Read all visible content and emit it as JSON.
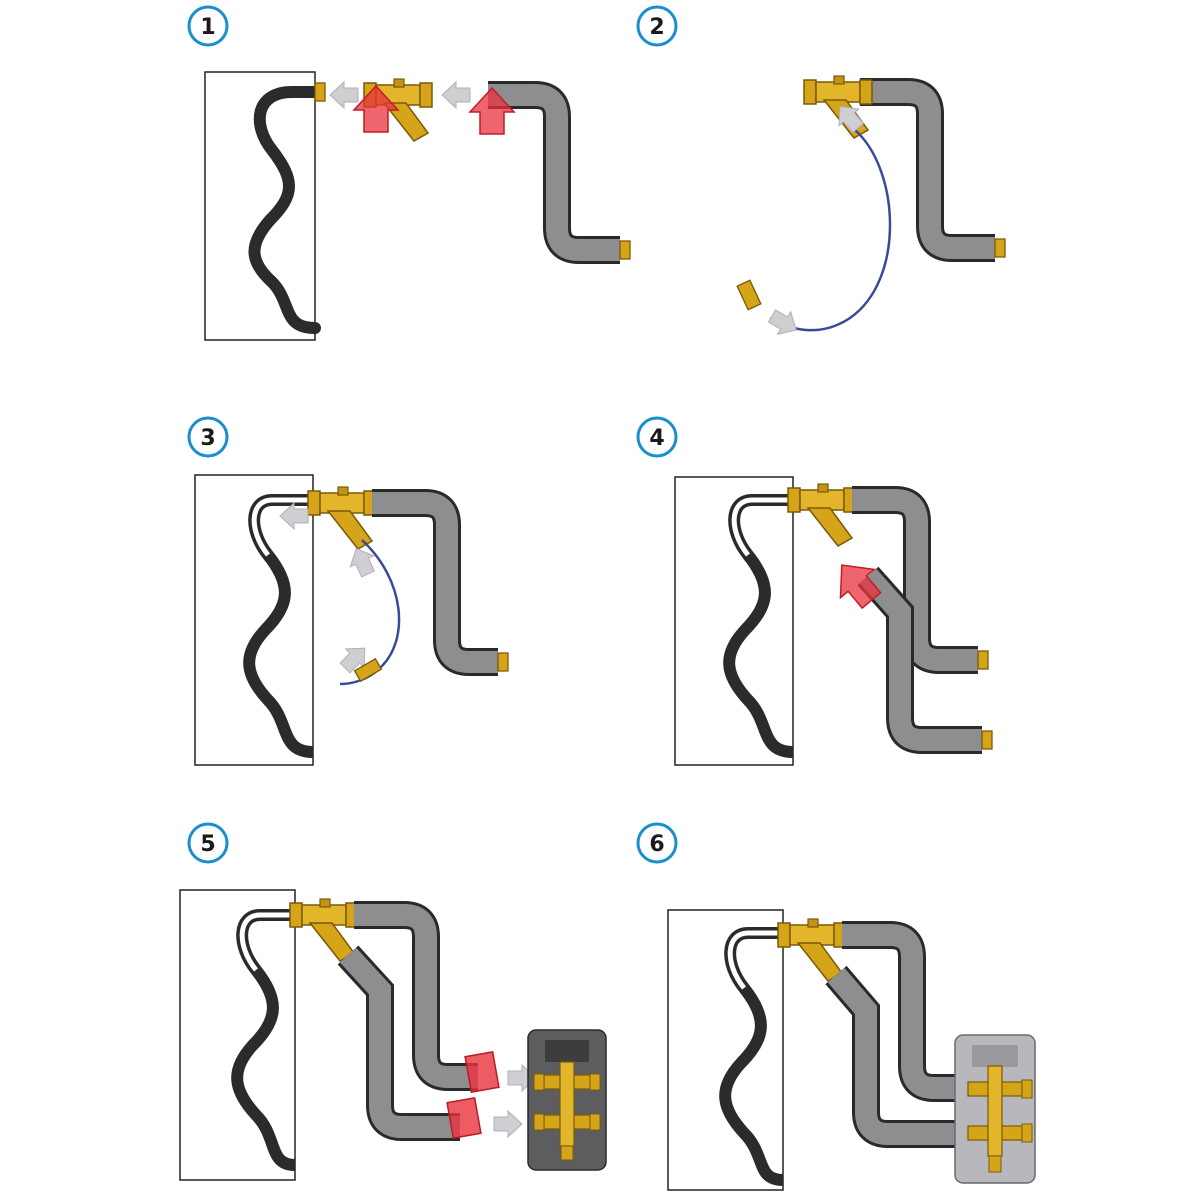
{
  "steps": [
    {
      "number": "1"
    },
    {
      "number": "2"
    },
    {
      "number": "3"
    },
    {
      "number": "4"
    },
    {
      "number": "5"
    },
    {
      "number": "6"
    }
  ],
  "colors": {
    "badge_ring": "#1a8fd0",
    "badge_text": "#1a1a1a",
    "pipe_fill": "#8e8e90",
    "pipe_edge": "#2a2a2c",
    "hose": "#2b2b2b",
    "brass": "#d6a418",
    "brass_edge": "#7a5a08",
    "arrow_red": "#e8323c",
    "arrow_grey": "#c8c8cc",
    "panel_edge": "#222222",
    "manifold": "#5d5d60"
  }
}
